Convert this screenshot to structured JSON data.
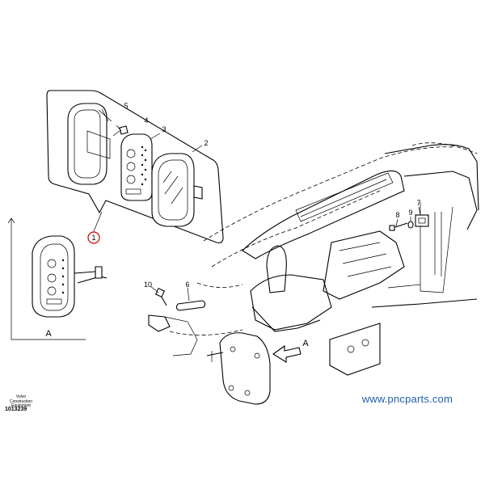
{
  "callouts": {
    "c1": "1",
    "c2": "2",
    "c3": "3",
    "c4": "4",
    "c5": "5",
    "c6": "6",
    "c7": "7",
    "c8": "8",
    "c9": "9",
    "c10": "10"
  },
  "view_labels": {
    "detail_a": "A",
    "arrow_a": "A"
  },
  "footer": {
    "maker_line1": "Volvo Construction",
    "maker_line2": "Equipment",
    "document_number": "1013239",
    "website": "www.pncparts.com"
  },
  "colors": {
    "line": "#000000",
    "website": "#1f5fa8",
    "callout_ring": "#cc0000"
  }
}
